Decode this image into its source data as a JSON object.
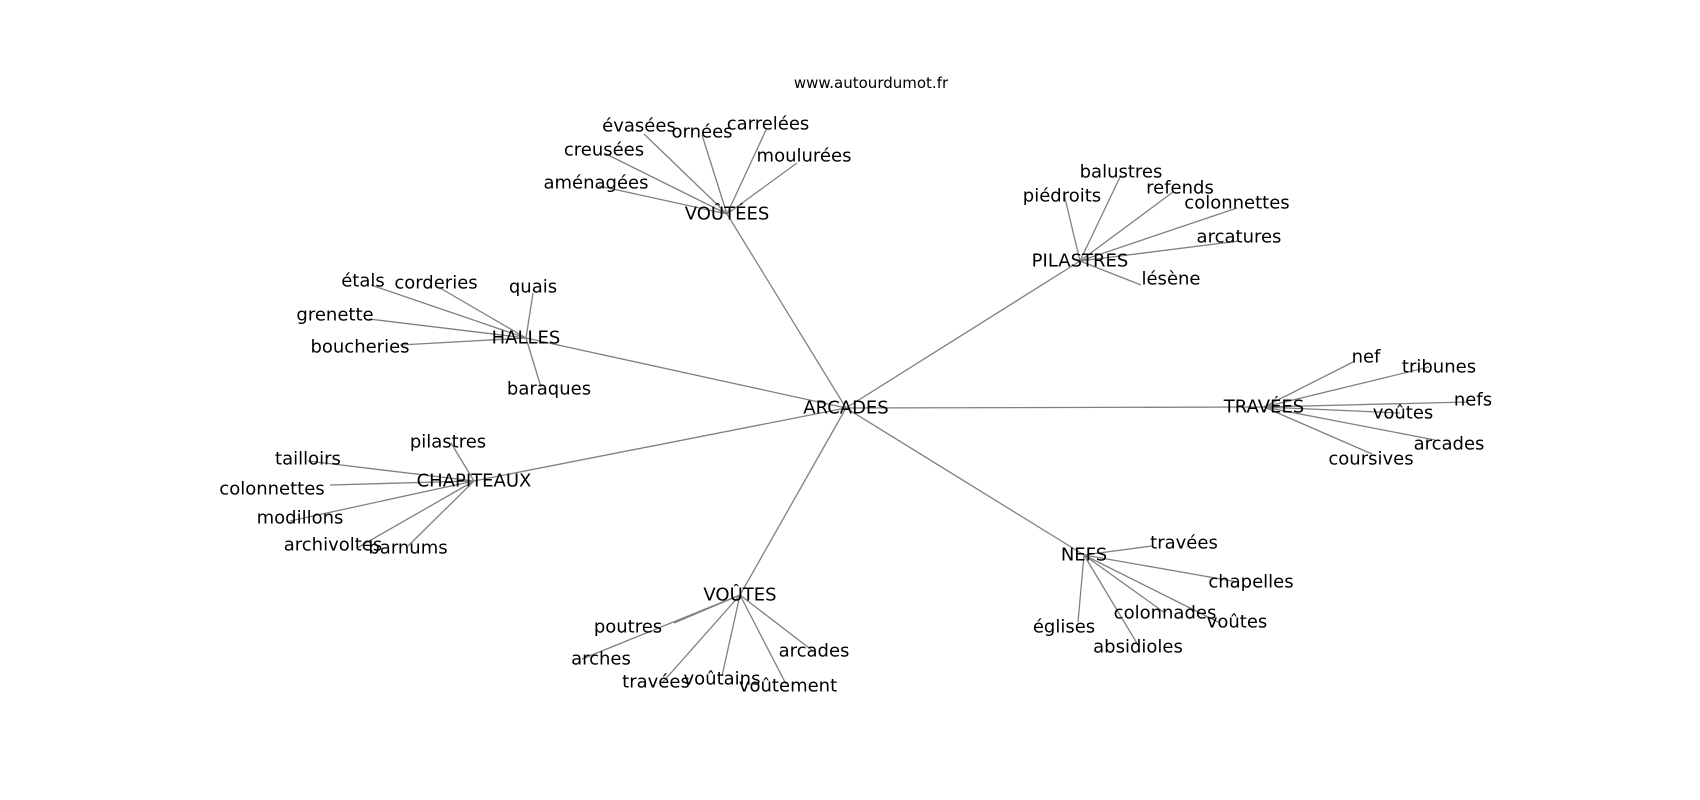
{
  "site": "www.autourdumot.fr",
  "root": "ARCADES",
  "clusters": [
    {
      "hub": "VOÛTÉES",
      "words": [
        "évasées",
        "ornées",
        "carrelées",
        "creusées",
        "moulurées",
        "aménagées"
      ]
    },
    {
      "hub": "PILASTRES",
      "words": [
        "balustres",
        "piédroits",
        "refends",
        "colonnettes",
        "arcatures",
        "lésène"
      ]
    },
    {
      "hub": "HALLES",
      "words": [
        "étals",
        "corderies",
        "quais",
        "grenette",
        "boucheries",
        "baraques"
      ]
    },
    {
      "hub": "TRAVÉES",
      "words": [
        "nef",
        "tribunes",
        "nefs",
        "voûtes",
        "arcades",
        "coursives"
      ]
    },
    {
      "hub": "CHAPITEAUX",
      "words": [
        "pilastres",
        "tailloirs",
        "colonnettes",
        "modillons",
        "archivoltes",
        "barnums"
      ]
    },
    {
      "hub": "NEFS",
      "words": [
        "travées",
        "chapelles",
        "colonnades",
        "voûtes",
        "églises",
        "absidioles"
      ]
    },
    {
      "hub": "VOÛTES",
      "words": [
        "poutres",
        "arches",
        "arcades",
        "travées",
        "voûtains",
        "voûtement"
      ]
    }
  ]
}
